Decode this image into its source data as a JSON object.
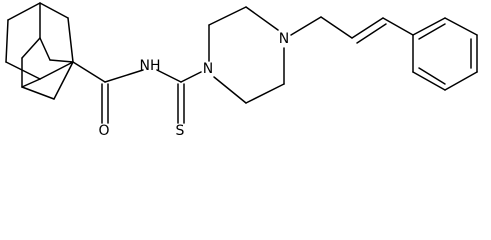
{
  "molecule": {
    "atoms": {
      "amide_nh": "NH",
      "carbonyl_o": "O",
      "thio_s": "S",
      "piperazine_n1": "N",
      "piperazine_n4": "N"
    },
    "colors": {
      "bond": "#000000",
      "label": "#000000",
      "background": "#ffffff"
    }
  }
}
